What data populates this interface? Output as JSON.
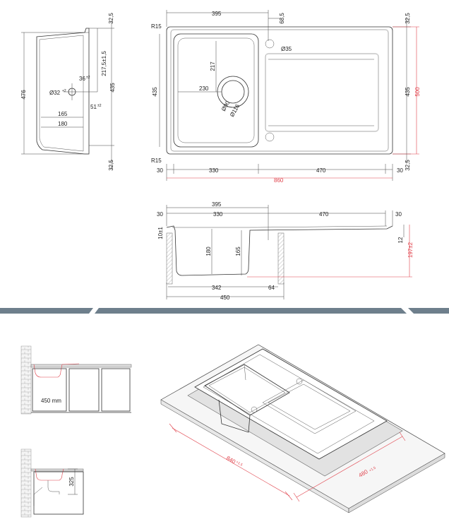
{
  "side_view": {
    "height_total": "476",
    "top_offset": "32,5",
    "bottom_offset": "32,5",
    "inner_height": "435",
    "drain_height": "217,5±1,5",
    "drain_diameter": "Ø32",
    "drain_tol": "+2",
    "drain_offset": "36",
    "drain_offset_tol": "±2",
    "drain_offset2": "51",
    "drain_offset2_tol": "±2",
    "width_165": "165",
    "width_180": "180"
  },
  "top_view": {
    "bowl_width": "395",
    "tap_offset": "68,5",
    "top_margin": "32,5",
    "radius_top": "R15",
    "radius_bottom": "R15",
    "tap_hole": "Ø35",
    "drain_y": "217",
    "drain_x": "230",
    "inner_height_left": "435",
    "inner_height_right": "435",
    "total_depth": "500",
    "drain_d90": "Ø90",
    "drain_d116": "Ø116",
    "bottom_margin": "32,5",
    "margin_left": "30",
    "bowl_inner": "330",
    "drainer": "470",
    "margin_right": "30",
    "total_width": "860"
  },
  "section_view": {
    "bowl_outer": "395",
    "margin_left": "30",
    "bowl_inner": "330",
    "drainer": "470",
    "margin_right": "30",
    "rim": "10±1",
    "bowl_depth": "180",
    "drain_depth": "165",
    "lip": "12",
    "total_height": "197±2",
    "base_width": "342",
    "base_offset": "64",
    "cabinet": "450"
  },
  "install": {
    "cabinet_label": "450 mm",
    "siphon_height": "325",
    "cutout_length": "840",
    "cutout_length_tol": "+1.5",
    "cutout_width": "480",
    "cutout_width_tol": "+1.5"
  }
}
